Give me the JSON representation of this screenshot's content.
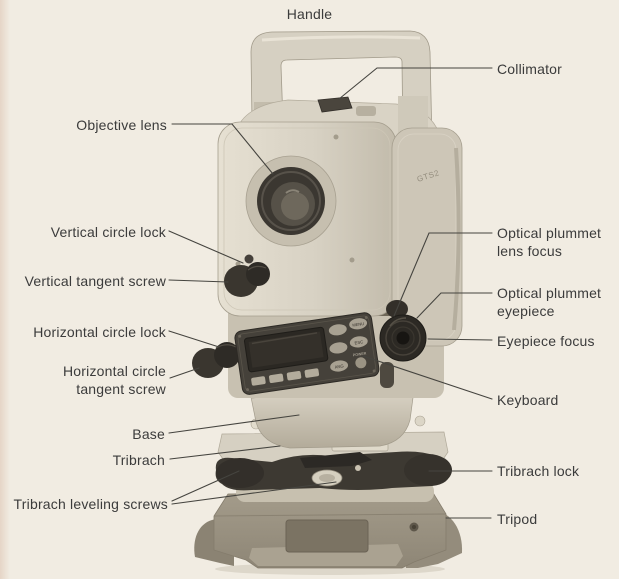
{
  "labels": {
    "handle": "Handle",
    "collimator": "Collimator",
    "objective_lens": "Objective lens",
    "vertical_circle_lock": "Vertical circle lock",
    "vertical_tangent_screw": "Vertical tangent screw",
    "horizontal_circle_lock": "Horizontal circle lock",
    "horizontal_circle_tangent_screw": "Horizontal circle tangent screw",
    "base": "Base",
    "tribrach": "Tribrach",
    "tribrach_leveling_screws": "Tribrach leveling screws",
    "optical_plummet_lens_focus": "Optical plummet lens focus",
    "optical_plummet_eyepiece": "Optical plummet eyepiece",
    "eyepiece_focus": "Eyepiece focus",
    "keyboard": "Keyboard",
    "tribrach_lock": "Tribrach lock",
    "tripod": "Tripod"
  },
  "instrument": {
    "model_marking": "GTS2",
    "keypad": {
      "menu_label": "MENU",
      "esc_label": "ESC",
      "power_label": "POWER",
      "ang_label": "ANG"
    }
  },
  "colors": {
    "page_background": "#f1ece2",
    "body_beige": "#d7d1c3",
    "dark_parts": "#3a362f",
    "tripod_gray": "#9c9484",
    "label_text": "#3b3b3b",
    "leader_line": "#45443f"
  }
}
